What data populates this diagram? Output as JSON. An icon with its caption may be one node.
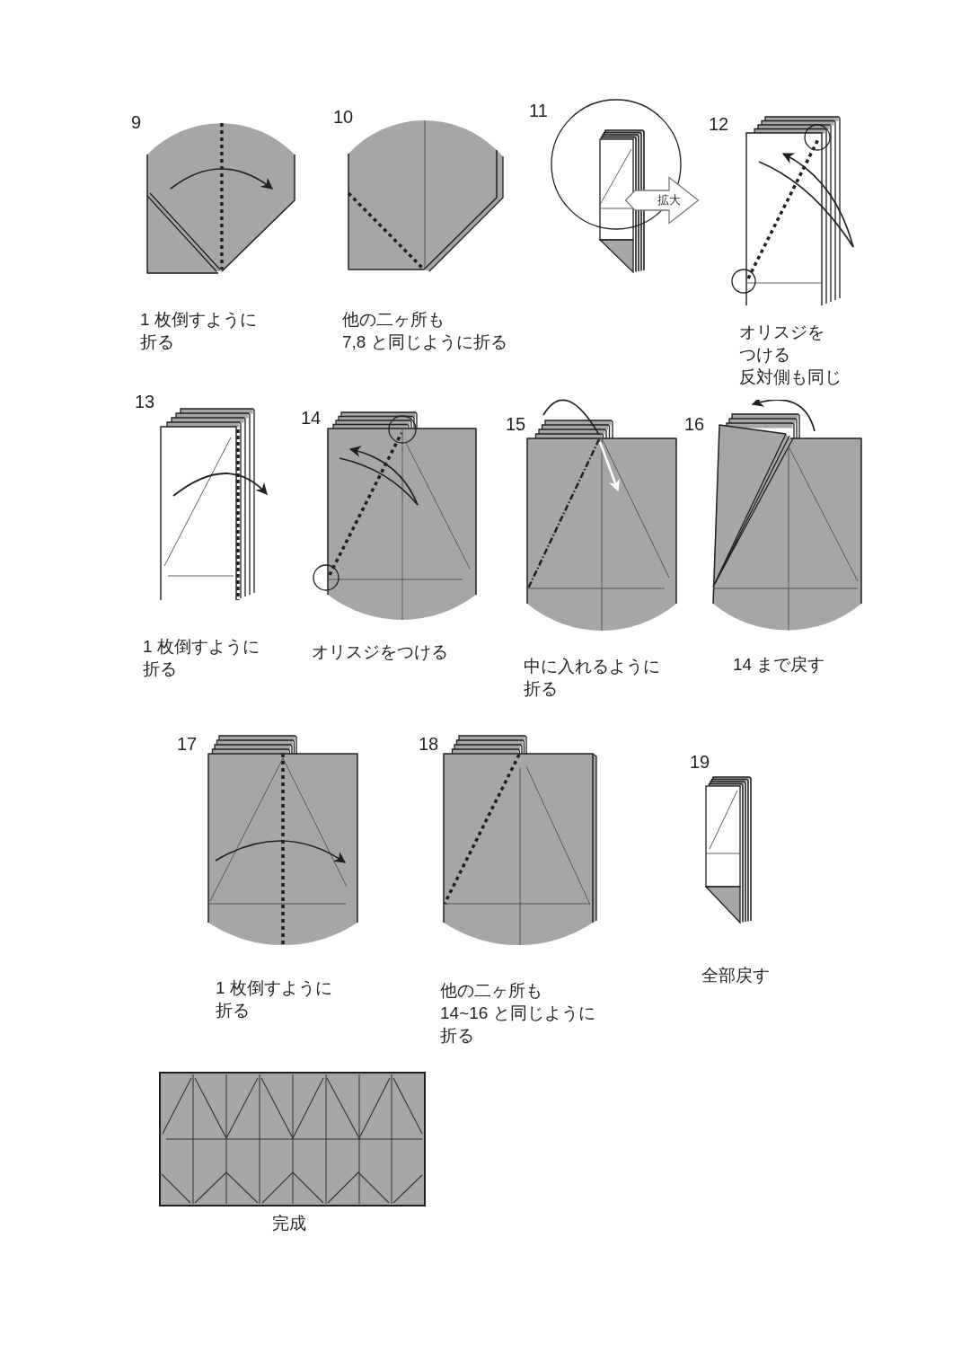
{
  "diagram": {
    "nodes": [
      {
        "text": [
          "拡大"
        ]
      }
    ],
    "labels": [
      "9",
      "10",
      "11",
      "12",
      "1 枚倒すように折る",
      "他の二ヶ所も7,8 と同じように折る",
      "オリスジをつける反対側も同じ",
      "13",
      "14",
      "15",
      "16",
      "1 枚倒すように折る",
      "オリスジをつける",
      "中に入れるように折る",
      "14 まで戻す",
      "17",
      "18",
      "19",
      "1 枚倒すように折る",
      "他の二ヶ所も14~16 と同じように折る",
      "全部戻す",
      "完成"
    ]
  }
}
